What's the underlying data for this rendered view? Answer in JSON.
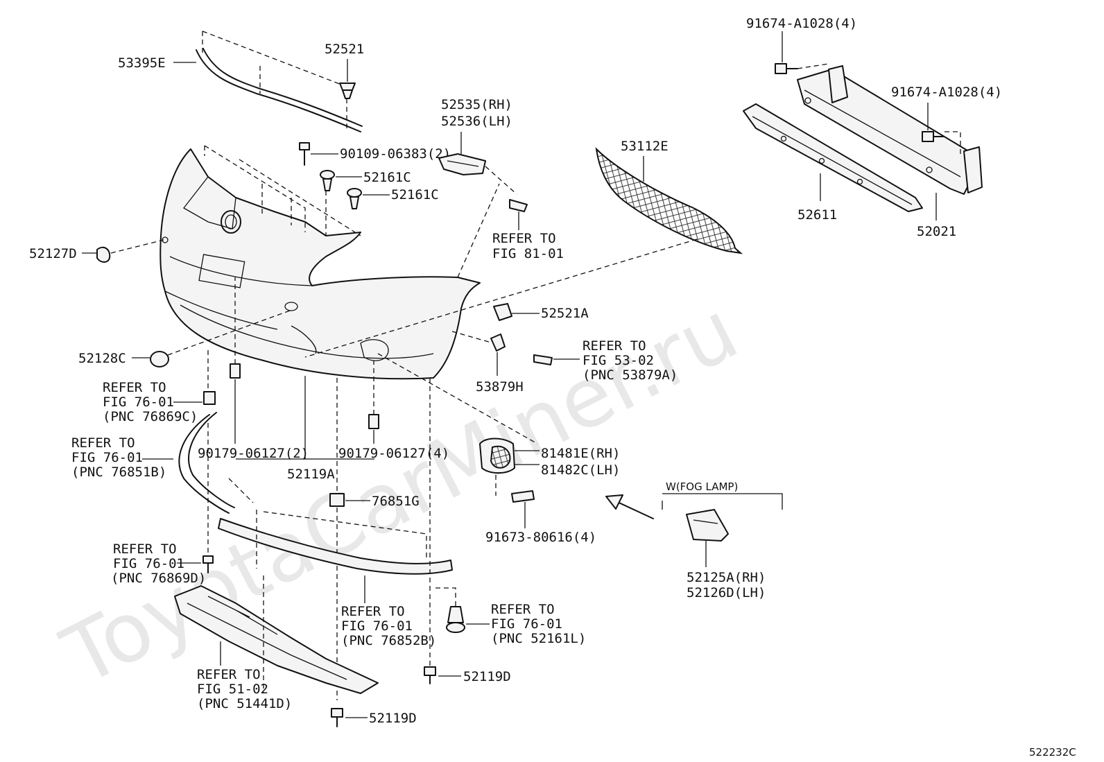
{
  "watermark": "ToyotaCarMiner.ru",
  "illustration_code": "522232C",
  "fog_lamp_group": "W(FOG LAMP)",
  "labels": {
    "p53395E": "53395E",
    "p52521": "52521",
    "p52535": "52535(RH)",
    "p52536": "52536(LH)",
    "p90109": "90109-06383(2)",
    "p52161c_a": "52161C",
    "p52161c_b": "52161C",
    "p52127D": "52127D",
    "p53112E": "53112E",
    "p91674_a": "91674-A1028(4)",
    "p91674_b": "91674-A1028(4)",
    "p52611": "52611",
    "p52021": "52021",
    "p52521A": "52521A",
    "p52128C": "52128C",
    "p53879H": "53879H",
    "p90179_a": "90179-06127(2)",
    "p90179_b": "90179-06127(4)",
    "p52119A": "52119A",
    "p81481E": "81481E(RH)",
    "p81482C": "81482C(LH)",
    "p76851G": "76851G",
    "p91673": "91673-80616(4)",
    "p52125A": "52125A(RH)",
    "p52126D": "52126D(LH)",
    "p52119D_a": "52119D",
    "p52119D_b": "52119D"
  },
  "refers": {
    "fig81": [
      "REFER TO",
      "FIG 81-01"
    ],
    "fig53": [
      "REFER TO",
      "FIG 53-02",
      "(PNC 53879A)"
    ],
    "fig76_c": [
      "REFER TO",
      "FIG 76-01",
      "(PNC 76869C)"
    ],
    "fig76_b": [
      "REFER TO",
      "FIG 76-01",
      "(PNC 76851B)"
    ],
    "fig76_d": [
      "REFER TO",
      "FIG 76-01",
      "(PNC 76869D)"
    ],
    "fig76_852": [
      "REFER TO",
      "FIG 76-01",
      "(PNC 76852B)"
    ],
    "fig76_161": [
      "REFER TO",
      "FIG 76-01",
      "(PNC 52161L)"
    ],
    "fig51": [
      "REFER TO",
      "FIG 51-02",
      "(PNC 51441D)"
    ]
  }
}
